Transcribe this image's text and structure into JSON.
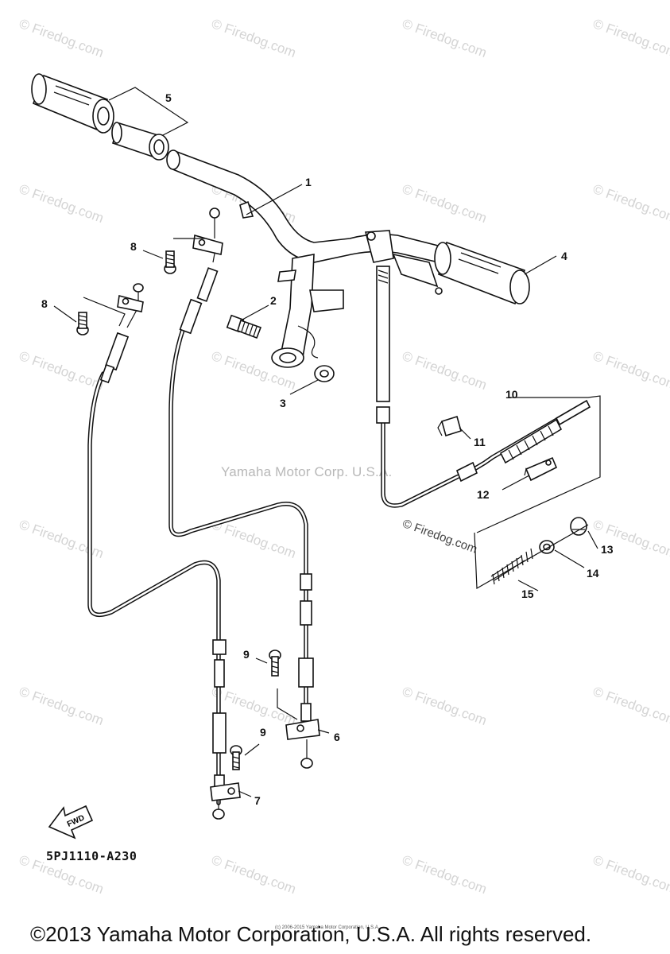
{
  "watermark": "© Firedog.com",
  "center_watermark": "© Firedog.com",
  "corp_watermark": "Yamaha Motor Corp. U.S.A.",
  "diagram_code": "5PJ1110-A230",
  "fwd_label": "FWD",
  "tiny_notice": "(c) 2006-2015 Yamaha Motor Corporation, U.S.A.",
  "copyright": "©2013 Yamaha Motor Corporation, U.S.A. All rights reserved.",
  "callouts": [
    "1",
    "2",
    "3",
    "4",
    "5",
    "6",
    "7",
    "8",
    "8",
    "9",
    "9",
    "10",
    "11",
    "12",
    "13",
    "14",
    "15"
  ]
}
